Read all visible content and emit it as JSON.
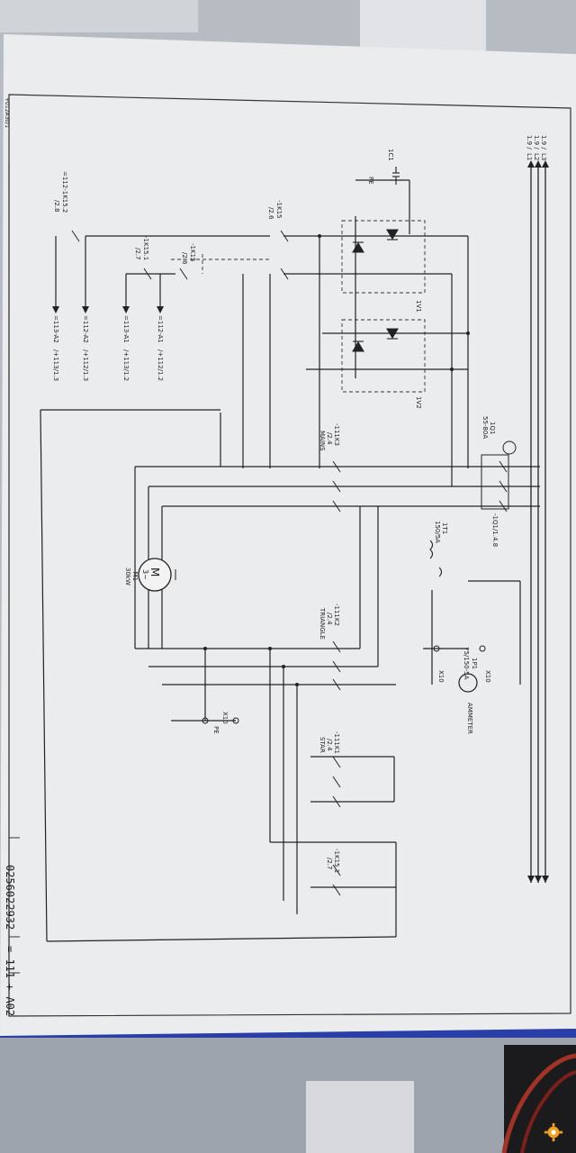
{
  "drawing": {
    "supply_top": [
      "L1",
      "L2",
      "L3"
    ],
    "supply_refs": [
      "1.9 /",
      "1.9 /",
      "1.9 /"
    ],
    "labels": {
      "cap": "1C1",
      "pe": "PE",
      "k15a": "-1K15",
      "k15a_ref": "/2.6",
      "k15b": "-1K15",
      "k15b_ref": "/2.6",
      "k151": "-1K15.1",
      "k151_ref": "/2.7",
      "k152": "=112-1K15.2",
      "k152_ref": "/2.8",
      "out1": "=112-A1",
      "out1_ref": "/+112/1.2",
      "out2": "=113-A1",
      "out2_ref": "/+113/1.2",
      "out3": "=112-A2",
      "out3_ref": "/+112/1.3",
      "out4": "=113-A2",
      "out4_ref": "/+113/1.3",
      "v1": "1V1",
      "v2": "1V2",
      "q1": "1Q1",
      "q1_rating": "55-80A",
      "q1_ref": "-1Q1/1.4.8",
      "t1": "1T1",
      "t1_rating": "150/5A",
      "p1": "1P1",
      "p1_rating": "75/150-5A",
      "x10_16": "X10",
      "x10_17": "X10",
      "ammeter": "AMMETER",
      "k3": "-111K3",
      "k3_ref": "/2.4",
      "k3_name": "MAINS",
      "k2": "-111K2",
      "k2_ref": "/2.4",
      "k2_name": "TRIANGLE",
      "k1": "-111K1",
      "k1_ref": "/2.4",
      "k1_name": "STAR",
      "k151b": "-1K15.1",
      "k151b_ref": "/2.7",
      "motor": "M",
      "motor_phase": "3~",
      "motor_name": "-M1",
      "motor_power": "30kW",
      "x10_pe": "X10",
      "pe2": "PE",
      "drawing_no": "0256022932",
      "sheet": "= 111",
      "loc": "+ A02",
      "side_ref": "+012A30/1"
    }
  }
}
